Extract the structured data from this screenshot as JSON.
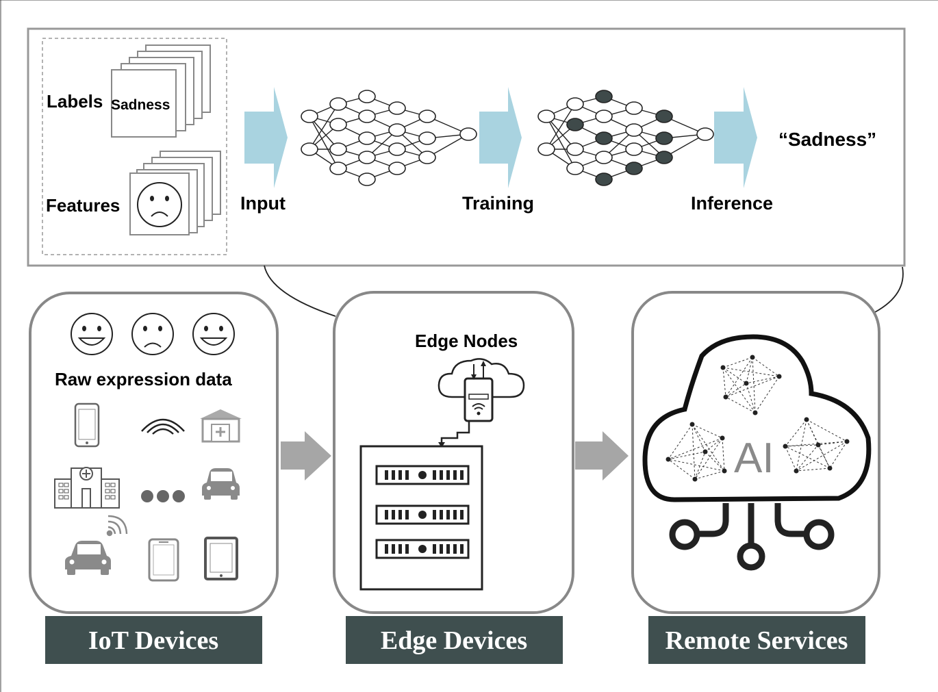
{
  "top_panel": {
    "labels_text": "Labels",
    "sadness_card": "Sadness",
    "features_text": "Features",
    "step_input": "Input",
    "step_training": "Training",
    "step_inference": "Inference",
    "result": "“Sadness”"
  },
  "iot": {
    "heading": "Raw expression data",
    "caption": "IoT Devices"
  },
  "edge": {
    "heading": "Edge Nodes",
    "caption": "Edge Devices"
  },
  "remote": {
    "ai_text": "AI",
    "caption": "Remote Services"
  },
  "colors": {
    "caption_bg": "#3f4f4f",
    "flow_arrow": "#a9d3e0",
    "gray_arrow": "#a6a6a6",
    "icon_gray": "#8a8a8a"
  }
}
